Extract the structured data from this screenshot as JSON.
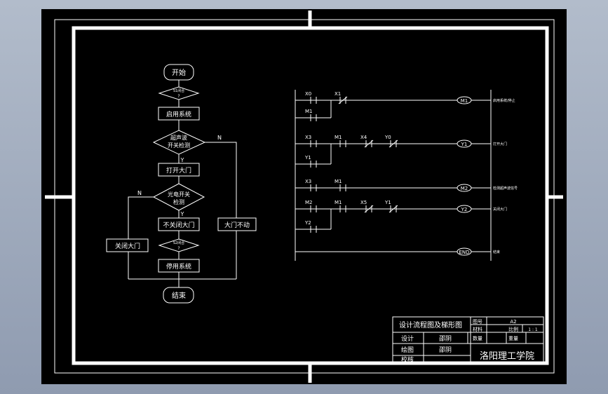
{
  "flowchart": {
    "start": "开始",
    "cond1": "S1闭合",
    "cond1_inner": "?",
    "enable": "启用系统",
    "cond2_l1": "超声波",
    "cond2_l2": "开关检测",
    "no2": "N",
    "yes2": "Y",
    "open_gate": "打开大门",
    "cond3_l1": "光电开关",
    "cond3_l2": "检测",
    "no3": "N",
    "yes3": "Y",
    "stop_close": "不关闭大门",
    "gate_idle": "大门不动",
    "close_gate": "关闭大门",
    "cond4": "S2闭合",
    "cond4_inner": "?",
    "disable": "停用系统",
    "end": "结束"
  },
  "ladder": {
    "rungs": [
      {
        "contacts": [
          "X0",
          "X1"
        ],
        "parallel": "M1",
        "coil": "M1",
        "comment": "启用系统/停止"
      },
      {
        "contacts": [
          "X3",
          "M1",
          "X4",
          "Y0"
        ],
        "parallel": "Y1",
        "coil": "Y1",
        "comment": "打开大门"
      },
      {
        "contacts": [
          "X3",
          "M1"
        ],
        "parallel": "",
        "coil": "M2",
        "comment": "检测超声波信号"
      },
      {
        "contacts": [
          "M2",
          "M1",
          "X5",
          "Y1"
        ],
        "parallel": "Y2",
        "coil": "Y2",
        "comment": "关闭大门"
      },
      {
        "contacts": [],
        "parallel": "",
        "coil": "END",
        "comment": "结束"
      }
    ]
  },
  "title_block": {
    "title": "设计流程图及梯形图",
    "h_drawing_no": "图号",
    "v_drawing_no": "A2",
    "h_material": "材料",
    "h_scale": "比例",
    "v_scale": "1 : 1",
    "h_design": "设计",
    "v_design": "邵阴",
    "h_quantity": "数量",
    "h_weight": "重量",
    "h_drawn": "绘图",
    "v_drawn": "邵阴",
    "h_check": "校核",
    "school": "洛阳理工学院"
  }
}
